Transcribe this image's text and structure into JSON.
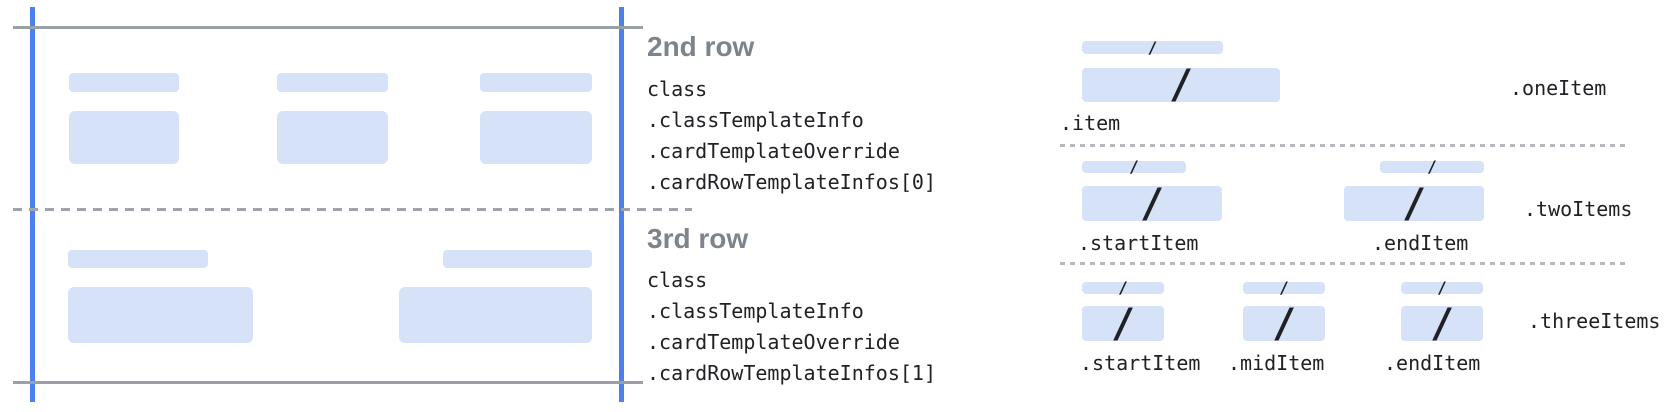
{
  "slash": "/",
  "colors": {
    "placeholder_blue": "#d6e2f8",
    "guide_blue": "#4b81ec",
    "guide_gray": "#9aa0a6",
    "dash_gray": "#9ea4aa",
    "dot_gray": "#b6babe",
    "heading_gray": "#7d848b",
    "text_dark": "#202124"
  },
  "rows": [
    {
      "heading": "2nd row",
      "code_lines": [
        "class",
        ".classTemplateInfo",
        ".cardTemplateOverride",
        ".cardRowTemplateInfos[0]"
      ]
    },
    {
      "heading": "3rd row",
      "code_lines": [
        "class",
        ".classTemplateInfo",
        ".cardTemplateOverride",
        ".cardRowTemplateInfos[1]"
      ]
    }
  ],
  "layouts": [
    {
      "name": ".oneItem",
      "items": [
        ".item"
      ]
    },
    {
      "name": ".twoItems",
      "items": [
        ".startItem",
        ".endItem"
      ]
    },
    {
      "name": ".threeItems",
      "items": [
        ".startItem",
        ".midItem",
        ".endItem"
      ]
    }
  ]
}
